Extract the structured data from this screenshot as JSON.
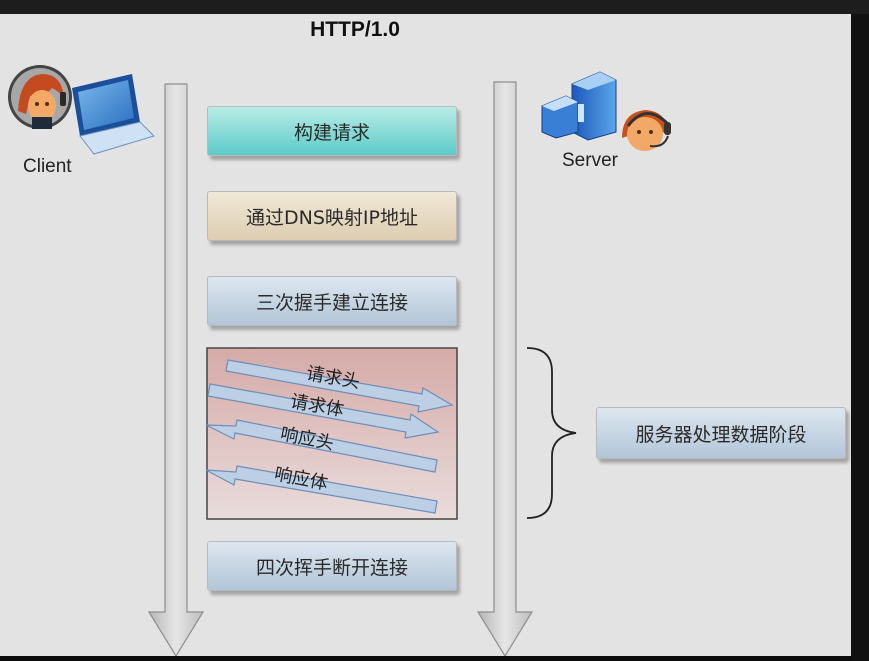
{
  "title": "HTTP/1.0",
  "client": {
    "label": "Client"
  },
  "server": {
    "label": "Server"
  },
  "steps": [
    {
      "label": "构建请求"
    },
    {
      "label": "通过DNS映射IP地址"
    },
    {
      "label": "三次握手建立连接"
    },
    {
      "label": "四次挥手断开连接"
    }
  ],
  "messages": [
    {
      "label": "请求头",
      "direction": "to-server"
    },
    {
      "label": "请求体",
      "direction": "to-server"
    },
    {
      "label": "响应头",
      "direction": "to-client"
    },
    {
      "label": "响应体",
      "direction": "to-client"
    }
  ],
  "server_phase": {
    "label": "服务器处理数据阶段"
  },
  "colors": {
    "step1": "#5ccbc8",
    "step2": "#ddcdb1",
    "step3": "#b2c5d8",
    "exchange": "#d9b4b0",
    "arrow": "#bccfe4"
  }
}
